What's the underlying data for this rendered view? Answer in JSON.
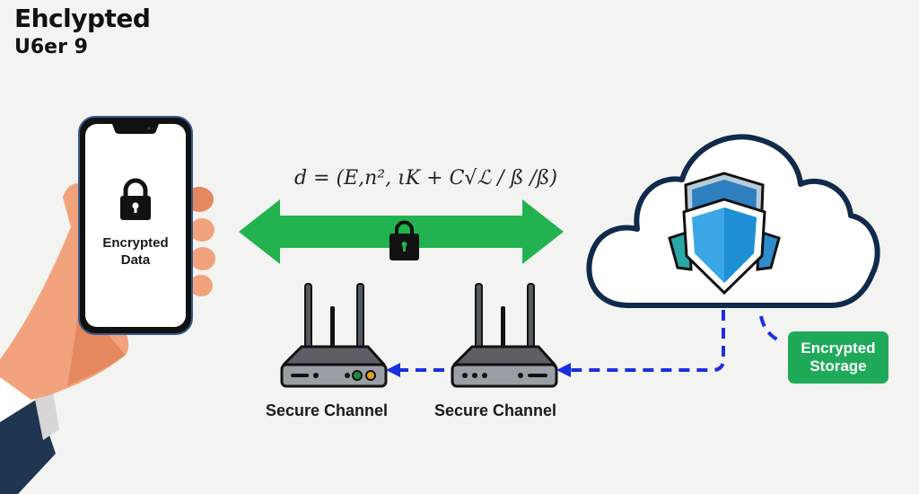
{
  "header": {
    "title_line1": "Ehclypted",
    "title_line2": "U6er 9"
  },
  "phone": {
    "label_line1": "Encrypted",
    "label_line2": "Data",
    "icon": "padlock-icon"
  },
  "channel": {
    "formula": "d = (E,n², ιK + C√ℒ / ß /ß)",
    "arrow": "bidirectional-arrow",
    "icon": "padlock-icon"
  },
  "routers": [
    {
      "label": "Secure Channel",
      "icon": "router-icon"
    },
    {
      "label": "Secure Channel",
      "icon": "router-icon"
    }
  ],
  "cloud": {
    "icon": "shield-icon",
    "badge_line1": "Encrypted",
    "badge_line2": "Storage"
  },
  "colors": {
    "arrow_green": "#22b350",
    "dashed_blue": "#1a2fe0",
    "badge_green": "#1faa5a",
    "cloud_outline": "#0f2a4a",
    "shield_blue": "#3aa6e6",
    "router_gray": "#5c5f66",
    "skin": "#f2a27c",
    "sleeve": "#1f3550"
  }
}
